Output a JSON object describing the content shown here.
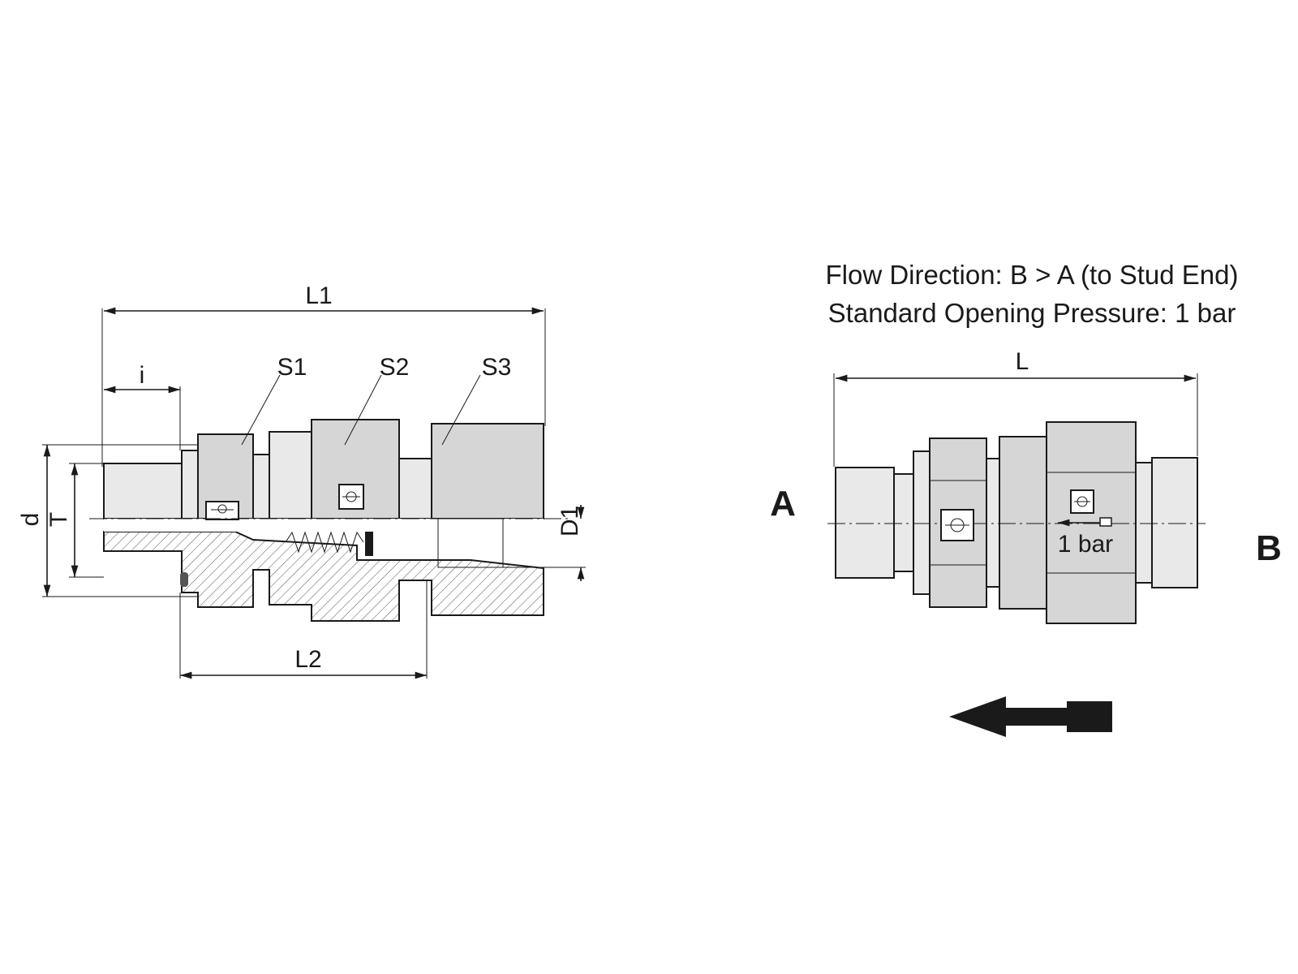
{
  "header": {
    "line1": "Flow Direction:  B > A (to Stud End)",
    "line2": "Standard Opening Pressure: 1 bar"
  },
  "section_view": {
    "dims": {
      "L1": "L1",
      "L2": "L2",
      "i": "i",
      "d": "d",
      "T": "T",
      "D1": "D1"
    },
    "hex_labels": {
      "S1": "S1",
      "S2": "S2",
      "S3": "S3"
    }
  },
  "outline_view": {
    "length_label": "L",
    "port_a": "A",
    "port_b": "B",
    "pressure_label": "1 bar"
  },
  "flow_arrow": {
    "direction": "left"
  }
}
